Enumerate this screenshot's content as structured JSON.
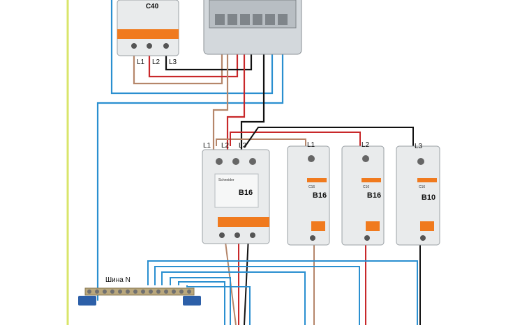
{
  "breakers": {
    "main_top": "C40",
    "three_pole": "B16",
    "single_1": "B16",
    "single_2": "B16",
    "single_3": "B10",
    "c_rating": "C16",
    "brand": "Schneider"
  },
  "phase_labels": {
    "top_l1": "L1",
    "top_l2": "L2",
    "top_l3": "L3",
    "mid_l1": "L1",
    "mid_l2": "L2",
    "mid_l3": "L3",
    "s1": "L1",
    "s2": "L2",
    "s3": "L3"
  },
  "busbar": {
    "label": "Шина N"
  },
  "colors": {
    "phase_l1": "#b5866a",
    "phase_l2": "#c8282a",
    "phase_l3": "#111111",
    "neutral": "#2a8fd0",
    "earth": "#d9e56a",
    "breaker_accent": "#f07a1e",
    "breaker_body": "#e9ebec"
  }
}
